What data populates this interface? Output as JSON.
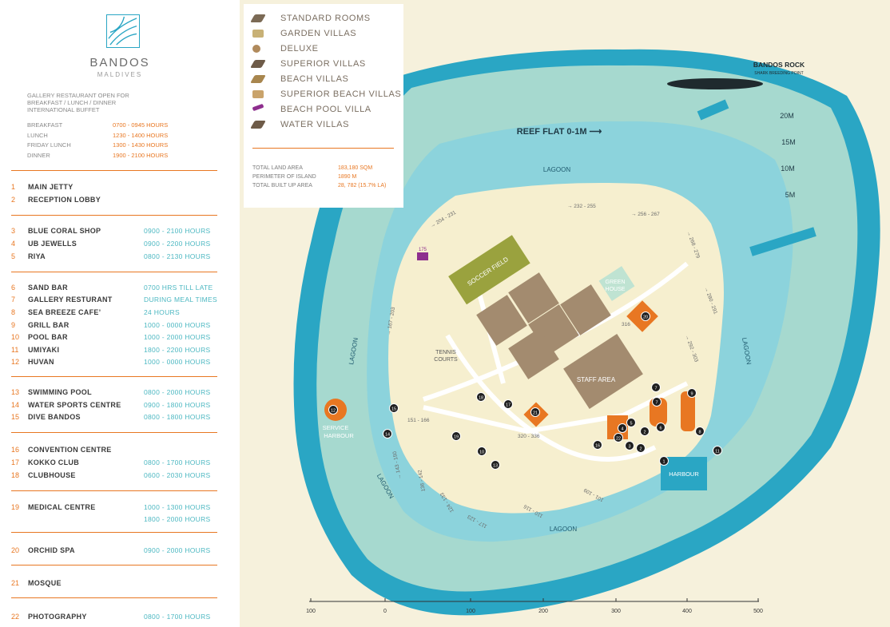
{
  "brand": {
    "name": "BANDOS",
    "sub": "MALDIVES"
  },
  "gallery": [
    "GALLERY RESTAURANT OPEN FOR",
    "BREAKFAST / LUNCH / DINNER",
    "INTERNATIONAL BUFFET"
  ],
  "meals": [
    {
      "label": "BREAKFAST",
      "hours": "0700 - 0945 HOURS"
    },
    {
      "label": "LUNCH",
      "hours": "1230 - 1400 HOURS"
    },
    {
      "label": "FRIDAY LUNCH",
      "hours": "1300 - 1430 HOURS"
    },
    {
      "label": "DINNER",
      "hours": "1900 - 2100 HOURS"
    }
  ],
  "locations": [
    {
      "num": "1",
      "name": "MAIN JETTY",
      "hours": ""
    },
    {
      "num": "2",
      "name": "RECEPTION LOBBY",
      "hours": ""
    },
    {
      "num": "3",
      "name": "BLUE CORAL SHOP",
      "hours": "0900 - 2100 HOURS"
    },
    {
      "num": "4",
      "name": "UB JEWELLS",
      "hours": "0900 - 2200 HOURS"
    },
    {
      "num": "5",
      "name": "RIYA",
      "hours": "0800 - 2130 HOURS"
    },
    {
      "num": "6",
      "name": "SAND BAR",
      "hours": "0700 HRS TILL LATE"
    },
    {
      "num": "7",
      "name": "GALLERY RESTURANT",
      "hours": "DURING MEAL TIMES"
    },
    {
      "num": "8",
      "name": "SEA BREEZE CAFE’",
      "hours": "24 HOURS"
    },
    {
      "num": "9",
      "name": "GRILL BAR",
      "hours": "1000 - 0000 HOURS"
    },
    {
      "num": "10",
      "name": "POOL BAR",
      "hours": "1000 - 2000 HOURS"
    },
    {
      "num": "11",
      "name": "UMIYAKI",
      "hours": "1800 - 2200 HOURS"
    },
    {
      "num": "12",
      "name": "HUVAN",
      "hours": "1000 - 0000 HOURS"
    },
    {
      "num": "13",
      "name": "SWIMMING POOL",
      "hours": "0800 - 2000 HOURS"
    },
    {
      "num": "14",
      "name": "WATER SPORTS CENTRE",
      "hours": "0900 - 1800 HOURS"
    },
    {
      "num": "15",
      "name": "DIVE BANDOS",
      "hours": "0800 - 1800 HOURS"
    },
    {
      "num": "16",
      "name": "CONVENTION CENTRE",
      "hours": ""
    },
    {
      "num": "17",
      "name": "KOKKO CLUB",
      "hours": "0800 - 1700 HOURS"
    },
    {
      "num": "18",
      "name": "CLUBHOUSE",
      "hours": "0600 - 2030 HOURS"
    },
    {
      "num": "19",
      "name": "MEDICAL CENTRE",
      "hours": "1000 - 1300  HOURS"
    },
    {
      "num": "",
      "name": "",
      "hours": "1800 - 2000 HOURS"
    },
    {
      "num": "20",
      "name": "ORCHID SPA",
      "hours": "0900 - 2000 HOURS"
    },
    {
      "num": "21",
      "name": "MOSQUE",
      "hours": ""
    },
    {
      "num": "22",
      "name": "PHOTOGRAPHY",
      "hours": "0800 - 1700 HOURS"
    }
  ],
  "legend": {
    "items": [
      {
        "label": "STANDARD ROOMS",
        "color": "#7b6a55",
        "icon": "zigzag-icon"
      },
      {
        "label": "GARDEN VILLAS",
        "color": "#c8b176",
        "icon": "square-icon"
      },
      {
        "label": "DELUXE",
        "color": "#b08a5c",
        "icon": "circle-icon"
      },
      {
        "label": "SUPERIOR VILLAS",
        "color": "#6e5b48",
        "icon": "villa-icon"
      },
      {
        "label": "BEACH VILLAS",
        "color": "#a8864e",
        "icon": "beach-villa-icon"
      },
      {
        "label": "SUPERIOR BEACH VILLAS",
        "color": "#c9a36b",
        "icon": "dots-icon"
      },
      {
        "label": "BEACH POOL VILLA",
        "color": "#8e2e8e",
        "icon": "bar-icon"
      },
      {
        "label": "WATER VILLAS",
        "color": "#6e5b48",
        "icon": "water-villa-icon"
      }
    ],
    "stats": [
      {
        "label": "TOTAL LAND AREA",
        "value": "183,180 SQM"
      },
      {
        "label": "PERIMETER OF ISLAND",
        "value": "1890 M"
      },
      {
        "label": "TOTAL BUILT UP AREA",
        "value": "28, 782 (15.7% LA)"
      }
    ]
  },
  "map": {
    "rock_title": "BANDOS ROCK",
    "rock_sub": "SHARK BREEDING POINT",
    "reef_flat": "REEF FLAT 0-1M ⟶",
    "depths": [
      "20M",
      "15M",
      "10M",
      "5M"
    ],
    "lagoon": "LAGOON",
    "soccer": "SOCCER FIELD",
    "green_house_1": "GREEN",
    "green_house_2": "HOUSE",
    "tennis_1": "TENNIS",
    "tennis_2": "COURTS",
    "staff": "STAFF AREA",
    "harbour": "HARBOUR",
    "service_1": "SERVICE",
    "service_2": "HARBOUR",
    "beach_villa_175": "175",
    "ranges": [
      "→ 204 - 231",
      "→ 232 - 255",
      "→ 256 - 267",
      "→ 268 - 279",
      "→ 280 - 291",
      "→ 292 - 303",
      "→ 167 - 203",
      "→ 143 - 150",
      "136 - 142",
      "124 - 133",
      "117 - 123",
      "110 - 116",
      "101 - 109",
      "151 - 166",
      "320 - 336",
      "316"
    ],
    "scale": [
      "100",
      "0",
      "100",
      "200",
      "300",
      "400",
      "500"
    ],
    "colors": {
      "ocean": "#2aa6c4",
      "lagoon": "#8cd3dc",
      "reef": "#a6d9cf",
      "island": "#f6efcf",
      "orange": "#e87722",
      "brown": "#a38b6f",
      "green": "#9aa23e"
    }
  }
}
